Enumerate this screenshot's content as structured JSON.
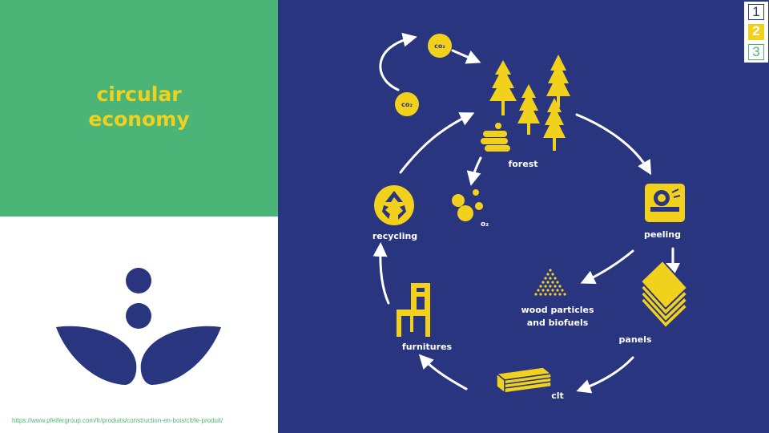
{
  "title": {
    "line1": "circular",
    "line2": "economy"
  },
  "source_url": "https://www.pfeifergroup.com/fr/produits/construction-en-bois/clt/le-produit/",
  "diagram": {
    "co2_top": "co₂",
    "co2_left": "co₂",
    "o2": "o₂",
    "forest": "forest",
    "peeling": "peeling",
    "wood_particles_line1": "wood particles",
    "wood_particles_line2": "and biofuels",
    "panels": "panels",
    "clt": "clt",
    "furnitures": "furnitures",
    "recycling": "recycling"
  },
  "pager": {
    "p1": "1",
    "p2": "2",
    "p3": "3",
    "active": "2"
  },
  "colors": {
    "green": "#4bb578",
    "navy": "#2a3580",
    "yellow": "#f2d11d",
    "white": "#ffffff"
  },
  "icons": [
    "logo-leaf-icon",
    "co2-bubble-icon",
    "tree-icon",
    "logs-icon",
    "o2-bubbles-icon",
    "saw-icon",
    "particles-pile-icon",
    "panels-stack-icon",
    "clt-beam-icon",
    "chair-icon",
    "recycle-icon"
  ]
}
